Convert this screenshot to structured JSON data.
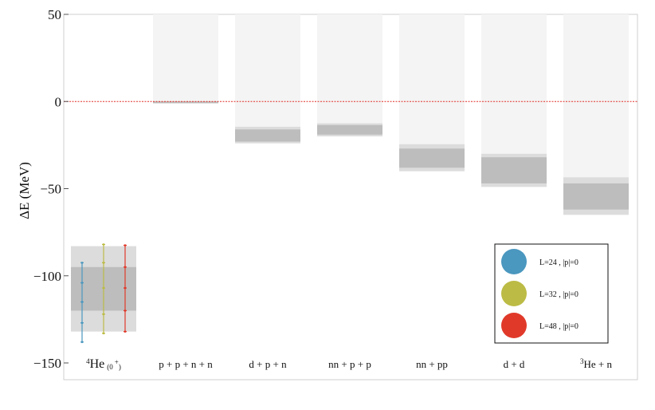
{
  "chart_data": {
    "type": "bar",
    "ylabel": "ΔE  (MeV)",
    "ylim": [
      -150,
      50
    ],
    "yticks": [
      50,
      0,
      -50,
      -100,
      -150
    ],
    "grid": false,
    "legend_placement": "bottom-right",
    "colors": {
      "reference_line": "#e0302a",
      "background_bar": "#f4f4f4",
      "outer_band": "#dcdcdc",
      "inner_band": "#bdbdbd"
    },
    "categories": [
      {
        "label": "He",
        "prefix_sup": "4",
        "suffix_sub": "(0",
        "suffix_sup": "+",
        "suffix_close": ")",
        "bands": []
      },
      {
        "label": "p + p + n + n",
        "bands": [
          [
            0,
            -1
          ],
          [
            0,
            -1
          ]
        ]
      },
      {
        "label": "d + p + n",
        "bands": [
          [
            -14.5,
            -24
          ],
          [
            -16,
            -23
          ]
        ]
      },
      {
        "label": "nn + p + p",
        "bands": [
          [
            -12.5,
            -20
          ],
          [
            -13.5,
            -19
          ]
        ]
      },
      {
        "label": "nn + pp",
        "bands": [
          [
            -24.5,
            -40
          ],
          [
            -27,
            -38
          ]
        ]
      },
      {
        "label": "d + d",
        "bands": [
          [
            -30,
            -49
          ],
          [
            -32,
            -47
          ]
        ]
      },
      {
        "label": "He + n",
        "prefix_sup": "3",
        "bands": [
          [
            -43.5,
            -65
          ],
          [
            -47,
            -62
          ]
        ]
      }
    ],
    "he4_bands": {
      "outer": [
        -83,
        -132
      ],
      "inner": [
        -95,
        -120
      ]
    },
    "series": [
      {
        "name": "L=24 , |p|=0",
        "color": "#4a97bf",
        "points": [
          -92.5,
          -104,
          -115,
          -127,
          -138
        ]
      },
      {
        "name": "L=32 , |p|=0",
        "color": "#bcbb45",
        "points": [
          -82,
          -92.5,
          -107,
          -122,
          -133
        ]
      },
      {
        "name": "L=48 , |p|=0",
        "color": "#e0392a",
        "points": [
          -82.5,
          -95,
          -107,
          -120,
          -132
        ]
      }
    ]
  }
}
